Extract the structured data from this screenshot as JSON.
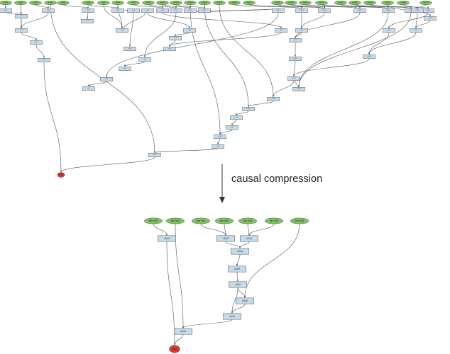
{
  "colors": {
    "leaf": "#7dc45d",
    "intermediate": "#c6dbea",
    "target": "#e0382f",
    "edge": "#555555",
    "stroke": "#333333"
  },
  "caption": "causal compression",
  "top_graph": {
    "nodes": [
      {
        "id": "t_l1",
        "type": "leaf",
        "label": "t-leaf1"
      },
      {
        "id": "t_l2",
        "type": "leaf",
        "label": "t-leaf2"
      },
      {
        "id": "t_l3",
        "type": "leaf",
        "label": "t-leaf3"
      },
      {
        "id": "t_l4",
        "type": "leaf",
        "label": "t-leaf4"
      },
      {
        "id": "t_l5",
        "type": "leaf",
        "label": "t-leaf5"
      },
      {
        "id": "t_l6",
        "type": "leaf",
        "label": "t-leaf6"
      },
      {
        "id": "t_l7",
        "type": "leaf",
        "label": "t-leaf7"
      },
      {
        "id": "t_l8",
        "type": "leaf",
        "label": "t-leaf8"
      },
      {
        "id": "t_l9",
        "type": "leaf",
        "label": "t-leaf9"
      },
      {
        "id": "t_l10",
        "type": "leaf",
        "label": "t-leaf10"
      },
      {
        "id": "t_l11",
        "type": "leaf",
        "label": "t-leaf11"
      },
      {
        "id": "t_l12",
        "type": "leaf",
        "label": "t-leaf12"
      },
      {
        "id": "t_l13",
        "type": "leaf",
        "label": "t-leaf13"
      },
      {
        "id": "t_l14",
        "type": "leaf",
        "label": "t-leaf14"
      },
      {
        "id": "t_l15",
        "type": "leaf",
        "label": "t-leaf15"
      },
      {
        "id": "t_l16",
        "type": "leaf",
        "label": "t-leaf16"
      },
      {
        "id": "t_l17",
        "type": "leaf",
        "label": "t-leaf17"
      },
      {
        "id": "t_l18",
        "type": "leaf",
        "label": "t-leaf18"
      },
      {
        "id": "t_l19",
        "type": "leaf",
        "label": "t-leaf19"
      },
      {
        "id": "t_l20",
        "type": "leaf",
        "label": "t-leaf20"
      },
      {
        "id": "t_l21",
        "type": "leaf",
        "label": "t-leaf21"
      },
      {
        "id": "t_l22",
        "type": "leaf",
        "label": "t-leaf22"
      },
      {
        "id": "t_l23",
        "type": "leaf",
        "label": "t-leaf23"
      },
      {
        "id": "t_l24",
        "type": "leaf",
        "label": "t-leaf24"
      },
      {
        "id": "t_l25",
        "type": "leaf",
        "label": "t-leaf25"
      },
      {
        "id": "t_l26",
        "type": "leaf",
        "label": "t-leaf26"
      },
      {
        "id": "t_l27",
        "type": "leaf",
        "label": "t-leaf27"
      },
      {
        "id": "t_a1",
        "type": "intermediate",
        "label": "t-a1"
      },
      {
        "id": "t_a2",
        "type": "intermediate",
        "label": "t-a2"
      },
      {
        "id": "t_a3",
        "type": "intermediate",
        "label": "t-a3"
      },
      {
        "id": "t_a4",
        "type": "intermediate",
        "label": "t-a4"
      },
      {
        "id": "t_a5",
        "type": "intermediate",
        "label": "t-a5"
      },
      {
        "id": "t_a6",
        "type": "intermediate",
        "label": "t-a6"
      },
      {
        "id": "t_a7",
        "type": "intermediate",
        "label": "t-a7"
      },
      {
        "id": "t_a8",
        "type": "intermediate",
        "label": "t-a8"
      },
      {
        "id": "t_a9",
        "type": "intermediate",
        "label": "t-a9"
      },
      {
        "id": "t_a10",
        "type": "intermediate",
        "label": "t-a10"
      },
      {
        "id": "t_a11",
        "type": "intermediate",
        "label": "t-a11"
      },
      {
        "id": "t_a12",
        "type": "intermediate",
        "label": "t-a12"
      },
      {
        "id": "t_a13",
        "type": "intermediate",
        "label": "t-a13"
      },
      {
        "id": "t_a14",
        "type": "intermediate",
        "label": "t-a14"
      },
      {
        "id": "t_a15",
        "type": "intermediate",
        "label": "t-a15"
      },
      {
        "id": "t_a16",
        "type": "intermediate",
        "label": "t-a16"
      },
      {
        "id": "t_a17",
        "type": "intermediate",
        "label": "t-a17"
      },
      {
        "id": "t_a18",
        "type": "intermediate",
        "label": "t-a18"
      },
      {
        "id": "t_a19",
        "type": "intermediate",
        "label": "t-a19"
      },
      {
        "id": "t_a20",
        "type": "intermediate",
        "label": "t-a20"
      },
      {
        "id": "t_b1",
        "type": "intermediate",
        "label": "t-b1"
      },
      {
        "id": "t_b2",
        "type": "intermediate",
        "label": "t-b2"
      },
      {
        "id": "t_b3",
        "type": "intermediate",
        "label": "t-b3"
      },
      {
        "id": "t_b4",
        "type": "intermediate",
        "label": "t-b4"
      },
      {
        "id": "t_b5",
        "type": "intermediate",
        "label": "t-b5"
      },
      {
        "id": "t_b6",
        "type": "intermediate",
        "label": "t-b6"
      },
      {
        "id": "t_b7",
        "type": "intermediate",
        "label": "t-b7"
      },
      {
        "id": "t_b8",
        "type": "intermediate",
        "label": "t-b8"
      },
      {
        "id": "t_c1",
        "type": "intermediate",
        "label": "t-c1"
      },
      {
        "id": "t_c2",
        "type": "intermediate",
        "label": "t-c2"
      },
      {
        "id": "t_c3",
        "type": "intermediate",
        "label": "t-c3"
      },
      {
        "id": "t_c4",
        "type": "intermediate",
        "label": "t-c4"
      },
      {
        "id": "t_c5",
        "type": "intermediate",
        "label": "t-c5"
      },
      {
        "id": "t_c6",
        "type": "intermediate",
        "label": "t-c6"
      },
      {
        "id": "t_c7",
        "type": "intermediate",
        "label": "t-c7"
      },
      {
        "id": "t_c8",
        "type": "intermediate",
        "label": "t-c8"
      },
      {
        "id": "t_c9",
        "type": "intermediate",
        "label": "t-c9"
      },
      {
        "id": "t_c10",
        "type": "intermediate",
        "label": "t-c10"
      },
      {
        "id": "t_c11",
        "type": "intermediate",
        "label": "t-c11"
      },
      {
        "id": "t_c12",
        "type": "intermediate",
        "label": "t-c12"
      },
      {
        "id": "t_c13",
        "type": "intermediate",
        "label": "t-c13"
      },
      {
        "id": "t_c14",
        "type": "intermediate",
        "label": "t-c14"
      },
      {
        "id": "t_c15",
        "type": "intermediate",
        "label": "t-c15"
      },
      {
        "id": "t_c16",
        "type": "intermediate",
        "label": "t-c16"
      },
      {
        "id": "t_c17",
        "type": "intermediate",
        "label": "t-c17"
      },
      {
        "id": "t_c18",
        "type": "intermediate",
        "label": "t-c18"
      },
      {
        "id": "t_c19",
        "type": "intermediate",
        "label": "t-c19"
      },
      {
        "id": "t_c20",
        "type": "intermediate",
        "label": "t-c20"
      },
      {
        "id": "t_c21",
        "type": "intermediate",
        "label": "t-c21"
      },
      {
        "id": "t_target",
        "type": "target",
        "label": "t-target"
      }
    ],
    "edges": [
      [
        "t_l1",
        "t_a1"
      ],
      [
        "t_l2",
        "t_b1"
      ],
      [
        "t_l3",
        "t_a3"
      ],
      [
        "t_l4",
        "t_c21"
      ],
      [
        "t_l5",
        "t_a4"
      ],
      [
        "t_l6",
        "t_a5"
      ],
      [
        "t_l7",
        "t_b3"
      ],
      [
        "t_l8",
        "t_b3"
      ],
      [
        "t_l9",
        "t_a8"
      ],
      [
        "t_l10",
        "t_a9"
      ],
      [
        "t_l11",
        "t_a10"
      ],
      [
        "t_l12",
        "t_a11"
      ],
      [
        "t_l13",
        "t_c18"
      ],
      [
        "t_l14",
        "t_c15"
      ],
      [
        "t_l15",
        "t_c14"
      ],
      [
        "t_l16",
        "t_a13"
      ],
      [
        "t_l17",
        "t_a14"
      ],
      [
        "t_l18",
        "t_a14"
      ],
      [
        "t_l19",
        "t_a15"
      ],
      [
        "t_l20",
        "t_a16"
      ],
      [
        "t_l21",
        "t_a16"
      ],
      [
        "t_l22",
        "t_a17"
      ],
      [
        "t_l23",
        "t_a17"
      ],
      [
        "t_l24",
        "t_a18"
      ],
      [
        "t_l25",
        "t_a19"
      ],
      [
        "t_l26",
        "t_a20"
      ],
      [
        "t_l27",
        "t_a20"
      ],
      [
        "t_a1",
        "t_a2"
      ],
      [
        "t_a2",
        "t_b1"
      ],
      [
        "t_a3",
        "t_b1"
      ],
      [
        "t_b1",
        "t_b2"
      ],
      [
        "t_b2",
        "t_c1"
      ],
      [
        "t_a4",
        "t_c2"
      ],
      [
        "t_a5",
        "t_a6"
      ],
      [
        "t_a6",
        "t_c3"
      ],
      [
        "t_b3",
        "t_a7"
      ],
      [
        "t_a7",
        "t_b4"
      ],
      [
        "t_b4",
        "t_c4"
      ],
      [
        "t_c4",
        "t_c5"
      ],
      [
        "t_a8",
        "t_b5"
      ],
      [
        "t_b5",
        "t_c5"
      ],
      [
        "t_a9",
        "t_c6"
      ],
      [
        "t_a10",
        "t_a12"
      ],
      [
        "t_a11",
        "t_a12"
      ],
      [
        "t_a12",
        "t_c8"
      ],
      [
        "t_c6",
        "t_c7"
      ],
      [
        "t_c8",
        "t_c9"
      ],
      [
        "t_a13",
        "t_b6"
      ],
      [
        "t_a14",
        "t_b6"
      ],
      [
        "t_b6",
        "t_c10"
      ],
      [
        "t_a15",
        "t_c10"
      ],
      [
        "t_c10",
        "t_c11"
      ],
      [
        "t_c11",
        "t_c12"
      ],
      [
        "t_c12",
        "t_c14"
      ],
      [
        "t_c14",
        "t_c15"
      ],
      [
        "t_c15",
        "t_c16"
      ],
      [
        "t_c16",
        "t_c17"
      ],
      [
        "t_c17",
        "t_c18"
      ],
      [
        "t_c18",
        "t_c19"
      ],
      [
        "t_a16",
        "t_c13"
      ],
      [
        "t_a17",
        "t_c13"
      ],
      [
        "t_c13",
        "t_c12"
      ],
      [
        "t_a18",
        "t_b7"
      ],
      [
        "t_b7",
        "t_c20"
      ],
      [
        "t_a19",
        "t_b8"
      ],
      [
        "t_a20",
        "t_b8"
      ],
      [
        "t_b8",
        "t_c20"
      ],
      [
        "t_c20",
        "t_c12"
      ],
      [
        "t_c19",
        "t_c21"
      ],
      [
        "t_c21",
        "t_target"
      ],
      [
        "t_c1",
        "t_target"
      ]
    ]
  },
  "bottom_graph": {
    "nodes": [
      {
        "id": "b_l1",
        "type": "leaf",
        "label": "btn 0x0"
      },
      {
        "id": "b_l2",
        "type": "leaf",
        "label": "btn 0x0"
      },
      {
        "id": "b_l3",
        "type": "leaf",
        "label": "btn 0x0"
      },
      {
        "id": "b_l4",
        "type": "leaf",
        "label": "btn 0x0"
      },
      {
        "id": "b_l5",
        "type": "leaf",
        "label": "btn 0x0"
      },
      {
        "id": "b_l6",
        "type": "leaf",
        "label": "btn 0x0"
      },
      {
        "id": "b_l7",
        "type": "leaf",
        "label": "btn 0x0"
      },
      {
        "id": "b_n1",
        "type": "intermediate",
        "label": "n0x0"
      },
      {
        "id": "b_n2",
        "type": "intermediate",
        "label": "n0x0"
      },
      {
        "id": "b_n3",
        "type": "intermediate",
        "label": "n0x0"
      },
      {
        "id": "b_n4",
        "type": "intermediate",
        "label": "n0x0"
      },
      {
        "id": "b_n5",
        "type": "intermediate",
        "label": "n0x0"
      },
      {
        "id": "b_n6",
        "type": "intermediate",
        "label": "n0x0"
      },
      {
        "id": "b_n7",
        "type": "intermediate",
        "label": "n0x0"
      },
      {
        "id": "b_n8",
        "type": "intermediate",
        "label": "n0x0"
      },
      {
        "id": "b_n9",
        "type": "intermediate",
        "label": "n0x0"
      },
      {
        "id": "b_target",
        "type": "target",
        "label": "t0x0"
      }
    ],
    "edges": [
      [
        "b_l1",
        "b_n1"
      ],
      [
        "b_l2",
        "b_n2"
      ],
      [
        "b_l3",
        "b_n3"
      ],
      [
        "b_l4",
        "b_n3"
      ],
      [
        "b_l5",
        "b_n4"
      ],
      [
        "b_l6",
        "b_n4"
      ],
      [
        "b_n3",
        "b_n5"
      ],
      [
        "b_n4",
        "b_n5"
      ],
      [
        "b_n5",
        "b_n6"
      ],
      [
        "b_n6",
        "b_n7"
      ],
      [
        "b_n7",
        "b_n8"
      ],
      [
        "b_l7",
        "b_n8"
      ],
      [
        "b_n8",
        "b_n9"
      ],
      [
        "b_n7",
        "b_n9"
      ],
      [
        "b_n9",
        "b_n2"
      ],
      [
        "b_n1",
        "b_target"
      ],
      [
        "b_n2",
        "b_target"
      ]
    ]
  }
}
